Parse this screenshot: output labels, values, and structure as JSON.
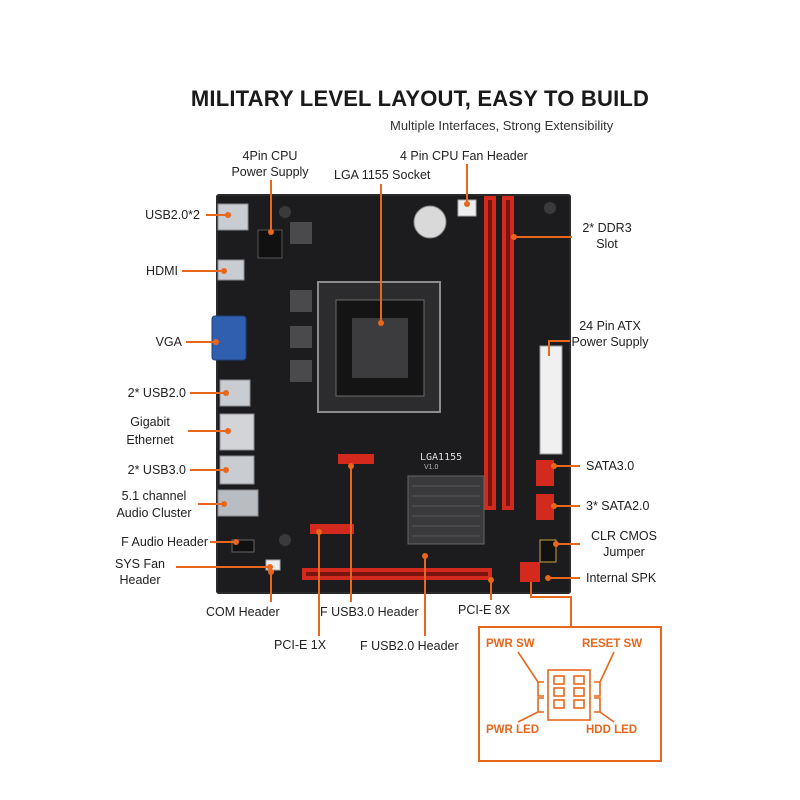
{
  "header": {
    "title": "MILITARY LEVEL LAYOUT, EASY TO BUILD",
    "subtitle": "Multiple Interfaces, Strong Extensibility"
  },
  "labels": {
    "cpu_power": [
      "4Pin CPU",
      "Power Supply"
    ],
    "cpu_fan": "4 Pin CPU Fan Header",
    "socket": "LGA 1155 Socket",
    "usb20x2": "USB2.0*2",
    "hdmi": "HDMI",
    "vga": "VGA",
    "usb20_2": "2* USB2.0",
    "ethernet": [
      "Gigabit",
      "Ethernet"
    ],
    "usb30_2": "2* USB3.0",
    "audio": [
      "5.1 channel",
      "Audio Cluster"
    ],
    "f_audio": "F Audio Header",
    "sys_fan": [
      "SYS Fan",
      "Header"
    ],
    "com": "COM Header",
    "pcie1x": "PCI-E 1X",
    "f_usb30": "F USB3.0 Header",
    "f_usb20": "F USB2.0 Header",
    "pcie8x": "PCI-E 8X",
    "ddr3": [
      "2* DDR3",
      "Slot"
    ],
    "atx24": [
      "24 Pin ATX",
      "Power Supply"
    ],
    "sata3": "SATA3.0",
    "sata2": "3* SATA2.0",
    "clr_cmos": [
      "CLR CMOS",
      "Jumper"
    ],
    "spk": "Internal SPK"
  },
  "board_text": {
    "socket_silk": "LGA1155",
    "version": "V1.0"
  },
  "panel_inset": {
    "pwr_sw": "PWR SW",
    "reset_sw": "RESET SW",
    "pwr_led": "PWR LED",
    "hdd_led": "HDD LED"
  },
  "colors": {
    "accent": "#e8671c",
    "slot_red": "#d42a1e",
    "board": "#1c1c1e"
  }
}
